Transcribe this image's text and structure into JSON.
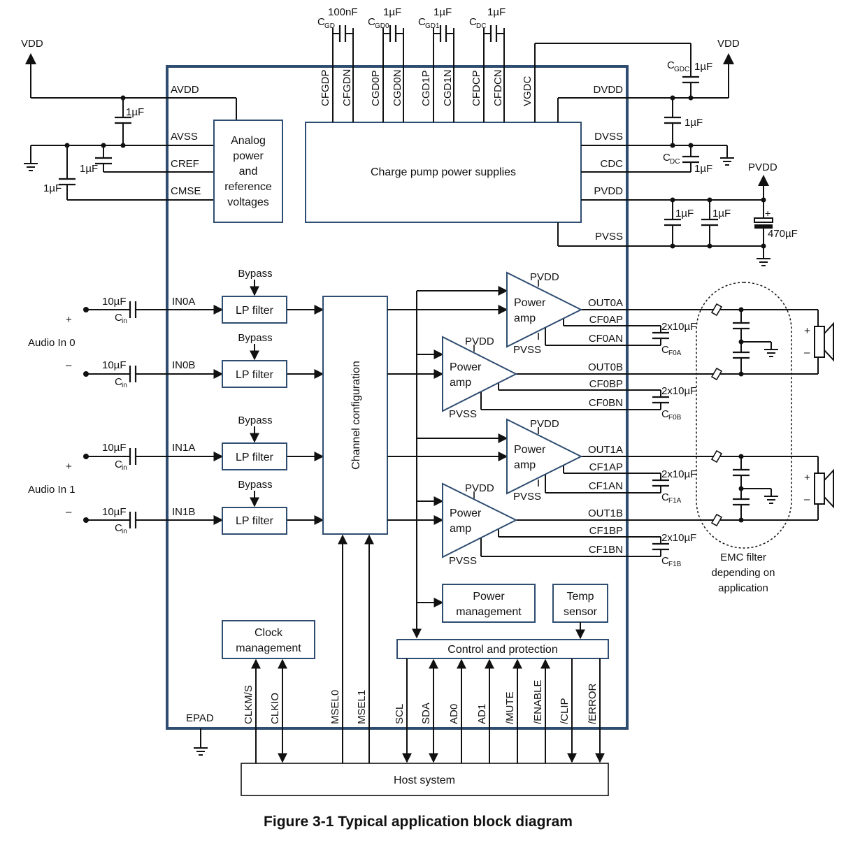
{
  "figure_caption": "Figure 3-1 Typical application block diagram",
  "supplies": {
    "vdd_left": "VDD",
    "vdd_right": "VDD",
    "pvdd": "PVDD"
  },
  "blocks": {
    "analog_power": [
      "Analog",
      "power",
      "and",
      "reference",
      "voltages"
    ],
    "charge_pump": "Charge pump power supplies",
    "lp_filter": "LP filter",
    "bypass": "Bypass",
    "channel_config": "Channel configuration",
    "power_amp": [
      "Power",
      "amp"
    ],
    "power_management": [
      "Power",
      "management"
    ],
    "temp_sensor": [
      "Temp",
      "sensor"
    ],
    "clock_management": [
      "Clock",
      "management"
    ],
    "control_protection": "Control and protection",
    "host_system": "Host system"
  },
  "pins": {
    "left": [
      "AVDD",
      "AVSS",
      "CREF",
      "CMSE",
      "IN0A",
      "IN0B",
      "IN1A",
      "IN1B",
      "EPAD"
    ],
    "top": [
      "CFGDP",
      "CFGDN",
      "CGD0P",
      "CGD0N",
      "CGD1P",
      "CGD1N",
      "CFDCP",
      "CFDCN",
      "VGDC"
    ],
    "right": [
      "DVDD",
      "DVSS",
      "CDC",
      "PVDD",
      "PVSS",
      "OUT0A",
      "CF0AP",
      "CF0AN",
      "OUT0B",
      "CF0BP",
      "CF0BN",
      "OUT1A",
      "CF1AP",
      "CF1AN",
      "OUT1B",
      "CF1BP",
      "CF1BN"
    ],
    "bottom": [
      "CLKM/S",
      "CLKIO",
      "MSEL0",
      "MSEL1",
      "SCL",
      "SDA",
      "AD0",
      "AD1",
      "/MUTE",
      "/ENABLE",
      "/CLIP",
      "/ERROR"
    ],
    "amp_supply": [
      "PVDD",
      "PVSS"
    ]
  },
  "components": {
    "cap_1uF": "1µF",
    "cap_100nF": "100nF",
    "cap_10uF": "10µF",
    "cap_2x10uF": "2x10µF",
    "cap_470uF": "470µF",
    "cgd_names": [
      "GD",
      "GD0",
      "GD1",
      "DC"
    ],
    "cgdc": "GDC",
    "cdc": "DC",
    "cin": "in",
    "cf_names": [
      "F0A",
      "F0B",
      "F1A",
      "F1B"
    ]
  },
  "audio": {
    "in0": "Audio In 0",
    "in1": "Audio In 1",
    "plus": "+",
    "minus": "–",
    "spk_plus": "+",
    "spk_minus": "–"
  },
  "emc_filter": [
    "EMC filter",
    "depending on",
    "application"
  ],
  "colors": {
    "block_outline": "#2f4d70",
    "wire": "#111111"
  }
}
